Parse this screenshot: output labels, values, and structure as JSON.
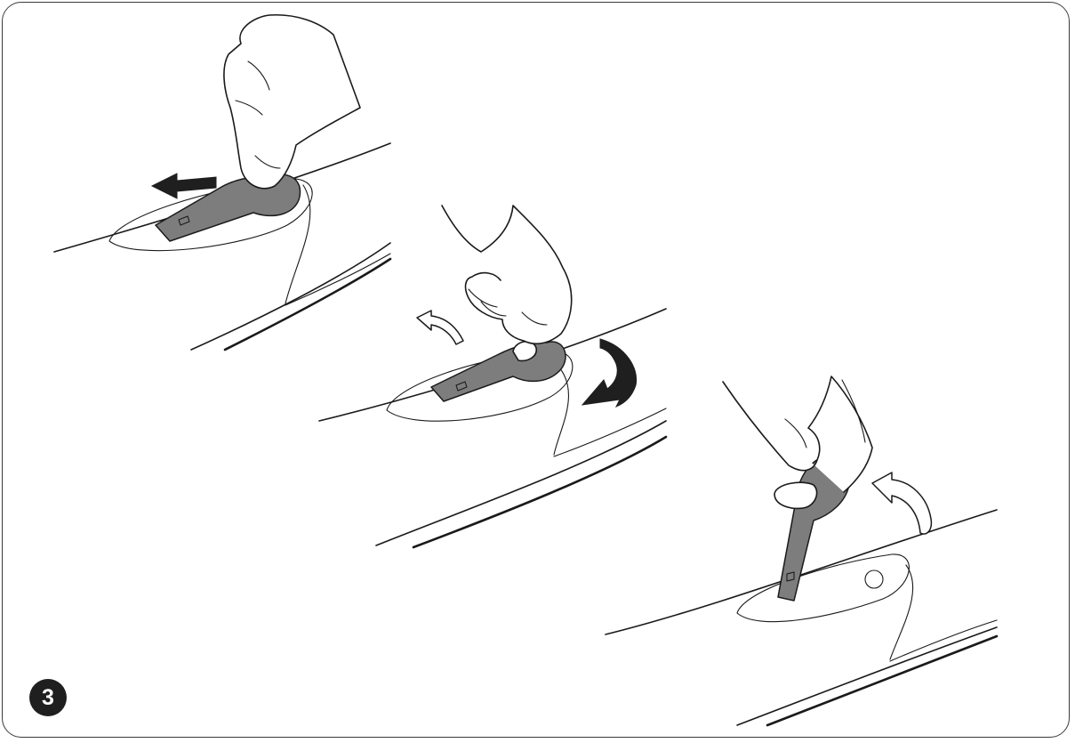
{
  "figure": {
    "step_number": "3",
    "colors": {
      "line": "#1a1a1a",
      "key_fill": "#7d7d7d",
      "badge_bg": "#1f1f1f",
      "badge_text": "#ffffff",
      "frame_border": "#3a3a3a"
    },
    "panels": [
      {
        "id": "slide",
        "arrows": [
          "arrow-left"
        ]
      },
      {
        "id": "rotate",
        "arrows": [
          "arrow-curved-light",
          "arrow-curved-dark"
        ]
      },
      {
        "id": "lift",
        "arrows": [
          "arrow-curved-up"
        ]
      }
    ]
  }
}
